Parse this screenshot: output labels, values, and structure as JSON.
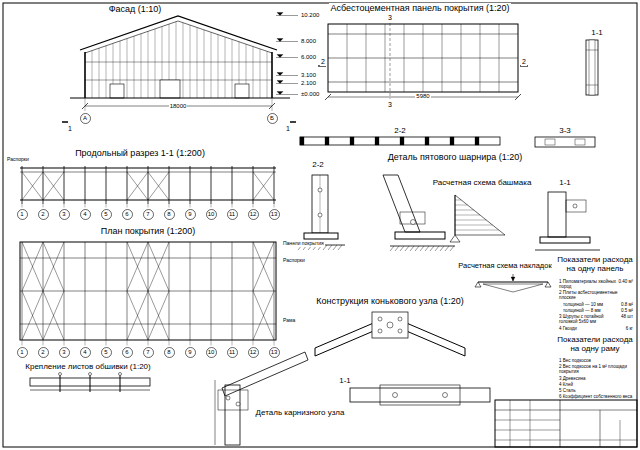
{
  "diagram": {
    "nodes": [
      {
        "text": [
          "А"
        ]
      },
      {
        "text": [
          "Б"
        ]
      },
      {
        "text": [
          "1"
        ]
      },
      {
        "text": [
          "2"
        ]
      },
      {
        "text": [
          "3"
        ]
      },
      {
        "text": [
          "4"
        ]
      },
      {
        "text": [
          "5"
        ]
      },
      {
        "text": [
          "6"
        ]
      },
      {
        "text": [
          "7"
        ]
      },
      {
        "text": [
          "8"
        ]
      },
      {
        "text": [
          "9"
        ]
      },
      {
        "text": [
          "10"
        ]
      },
      {
        "text": [
          "11"
        ]
      },
      {
        "text": [
          "12"
        ]
      },
      {
        "text": [
          "13"
        ]
      },
      {
        "text": [
          "1"
        ]
      },
      {
        "text": [
          "2"
        ]
      },
      {
        "text": [
          "3"
        ]
      },
      {
        "text": [
          "4"
        ]
      },
      {
        "text": [
          "5"
        ]
      },
      {
        "text": [
          "6"
        ]
      },
      {
        "text": [
          "7"
        ]
      },
      {
        "text": [
          "8"
        ]
      },
      {
        "text": [
          "9"
        ]
      },
      {
        "text": [
          "10"
        ]
      },
      {
        "text": [
          "11"
        ]
      },
      {
        "text": [
          "12"
        ]
      },
      {
        "text": [
          "13"
        ]
      }
    ],
    "labels": [
      "Фасад (1:10)",
      "Асбестоцементная панель покрытия (1:20)",
      "10.200",
      "8.000",
      "6.000",
      "3.100",
      "2.100",
      "±0.000",
      "18000",
      "1",
      "1",
      "3",
      "3",
      "2",
      "2",
      "1-1",
      "5980",
      "2-2",
      "3-3",
      "Продольный разрез 1-1 (1:200)",
      "Деталь пятового шарнира (1:20)",
      "2-2",
      "Расчетная схема башмака",
      "1-1",
      "План покрытия (1:200)",
      "Панели покрытия",
      "Распорки",
      "Рама",
      "Распорки",
      "Конструкция конькового узла (1:20)",
      "Расчетная схема накладок",
      "Показатели расхода на одну панель",
      "1 Пиломатериалы хвойных пород",
      "0.40 м³",
      "2 Плиты асбестоцементные плоские",
      "толщиной — 10 мм",
      "0.8 м²",
      "толщиной — 8 мм",
      "0.5 м²",
      "3 Шурупы с потайной головкой 5х60 мм",
      "48 шт",
      "4 Гвозди",
      "6 кг",
      "Показатели расхода на одну раму",
      "1 Вес подкосов",
      "2 Вес подкосов на 1 м² площади покрытия",
      "3 Древесина",
      "4 Клей",
      "5 Сталь",
      "6 Коэффициент собственного веса",
      "Крепление листов обшивки (1:20)",
      "1-1",
      "Деталь карнизного узла"
    ]
  }
}
